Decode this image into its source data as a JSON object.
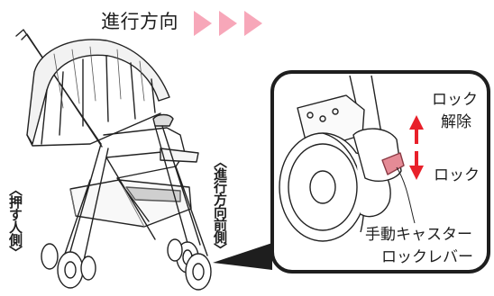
{
  "direction_label": "進行方向",
  "push_side_label": "〈押す人側〉",
  "forward_side_label": "〈進行方向前側〉",
  "lock_release_line1": "ロック",
  "lock_release_line2": "解除",
  "lock_label": "ロック",
  "lever_label_line1": "手動キャスター",
  "lever_label_line2": "ロックレバー",
  "colors": {
    "arrow_pink": "#f7a7b9",
    "lever_pink": "#e58b96",
    "up_down_arrow_red": "#e8202a",
    "line": "#222222"
  },
  "icons": [
    "forward-triangles-icon",
    "up-down-arrow-icon",
    "stroller-illustration",
    "caster-wheel-closeup"
  ]
}
